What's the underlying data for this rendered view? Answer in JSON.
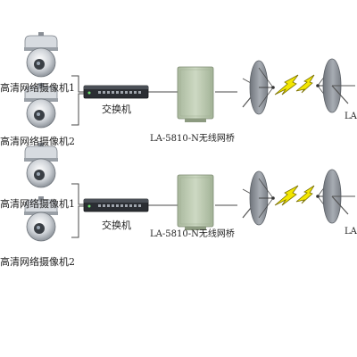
{
  "group1": {
    "camera1_label": "高清网络摄像机1",
    "camera2_label": "高清网络摄像机2",
    "switch_label": "交换机",
    "bridge_label": "LA-5810-N无线网桥",
    "right_cut_label": "LA-"
  },
  "group2": {
    "camera1_label": "高清网络摄像机1",
    "camera2_label": "高清网络摄像机2",
    "switch_label": "交换机",
    "bridge_label": "LA-5810-N无线网桥",
    "right_cut_label": "LA-"
  },
  "colors": {
    "line": "#4a4a4a",
    "bolt_fill": "#f2e600",
    "bolt_stroke": "#7a7000",
    "dish": "#8d9198",
    "bridge_body": "#b9c7ae",
    "switch_body": "#2b2e33"
  }
}
